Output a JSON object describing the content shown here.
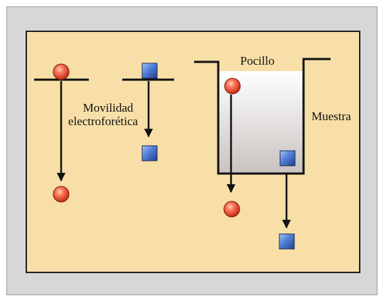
{
  "labels": {
    "mobility_line1": "Movilidad",
    "mobility_line2": "electroforética",
    "well": "Pocillo",
    "sample": "Muestra"
  },
  "colors": {
    "frame": "#d7d7d7",
    "panel": "#f7dfa7",
    "sphere": "#e8523a",
    "cube": "#3e6bc4",
    "line": "#111111"
  }
}
